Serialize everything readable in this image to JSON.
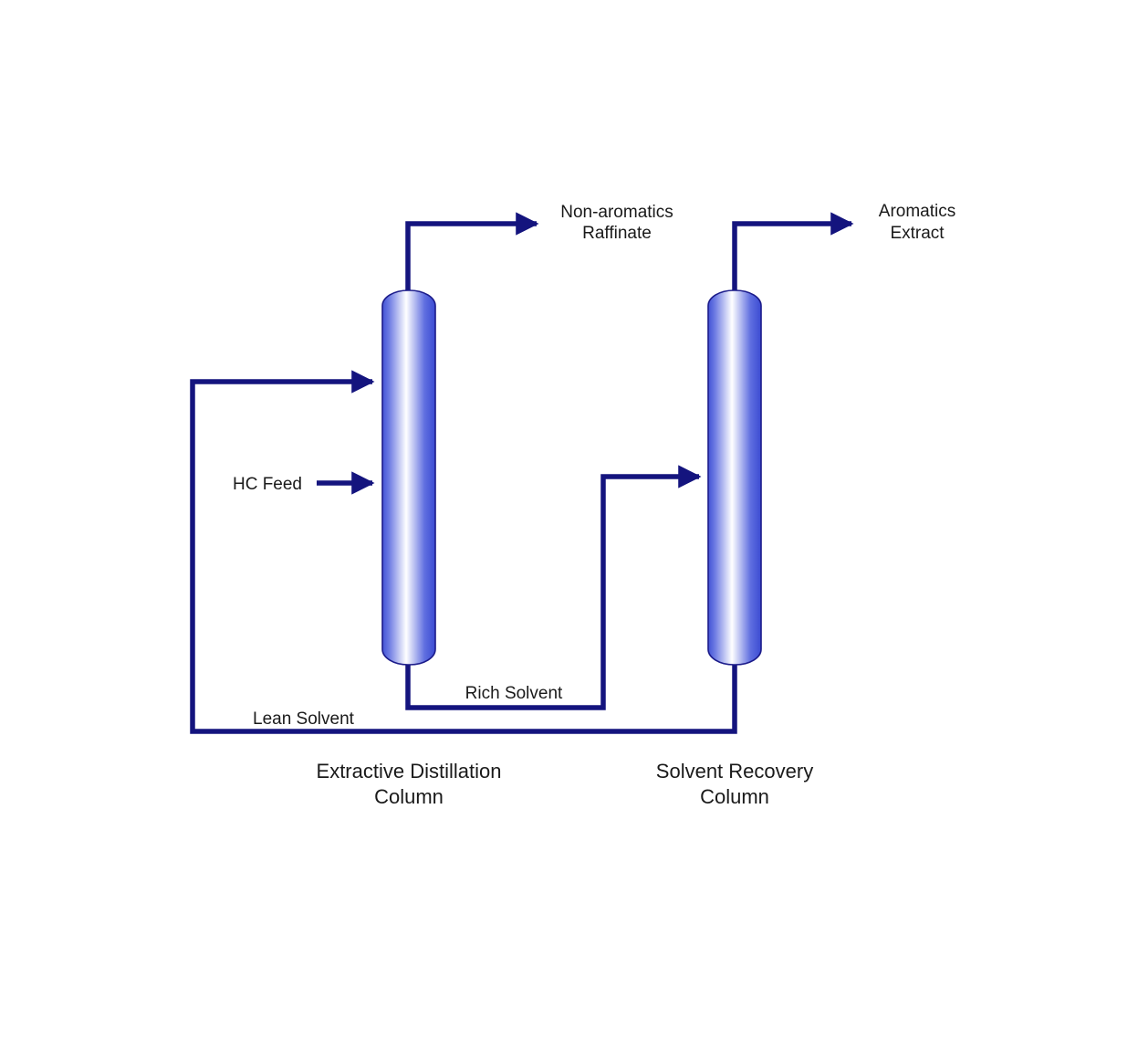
{
  "diagram": {
    "type": "process-flow-diagram",
    "colors": {
      "line": "#14147e",
      "column_outline": "#1b1b8a",
      "column_edge_left": "#4353d6",
      "column_highlight": "#ffffff",
      "column_edge_right": "#3b4bd2",
      "text": "#1a1a1a",
      "background": "#ffffff"
    },
    "columns": [
      {
        "label_line1": "Extractive Distillation",
        "label_line2": "Column"
      },
      {
        "label_line1": "Solvent Recovery",
        "label_line2": "Column"
      }
    ],
    "streams": {
      "hc_feed": "HC Feed",
      "non_aromatics_line1": "Non-aromatics",
      "non_aromatics_line2": "Raffinate",
      "aromatics_line1": "Aromatics",
      "aromatics_line2": "Extract",
      "rich_solvent": "Rich Solvent",
      "lean_solvent": "Lean Solvent"
    }
  }
}
